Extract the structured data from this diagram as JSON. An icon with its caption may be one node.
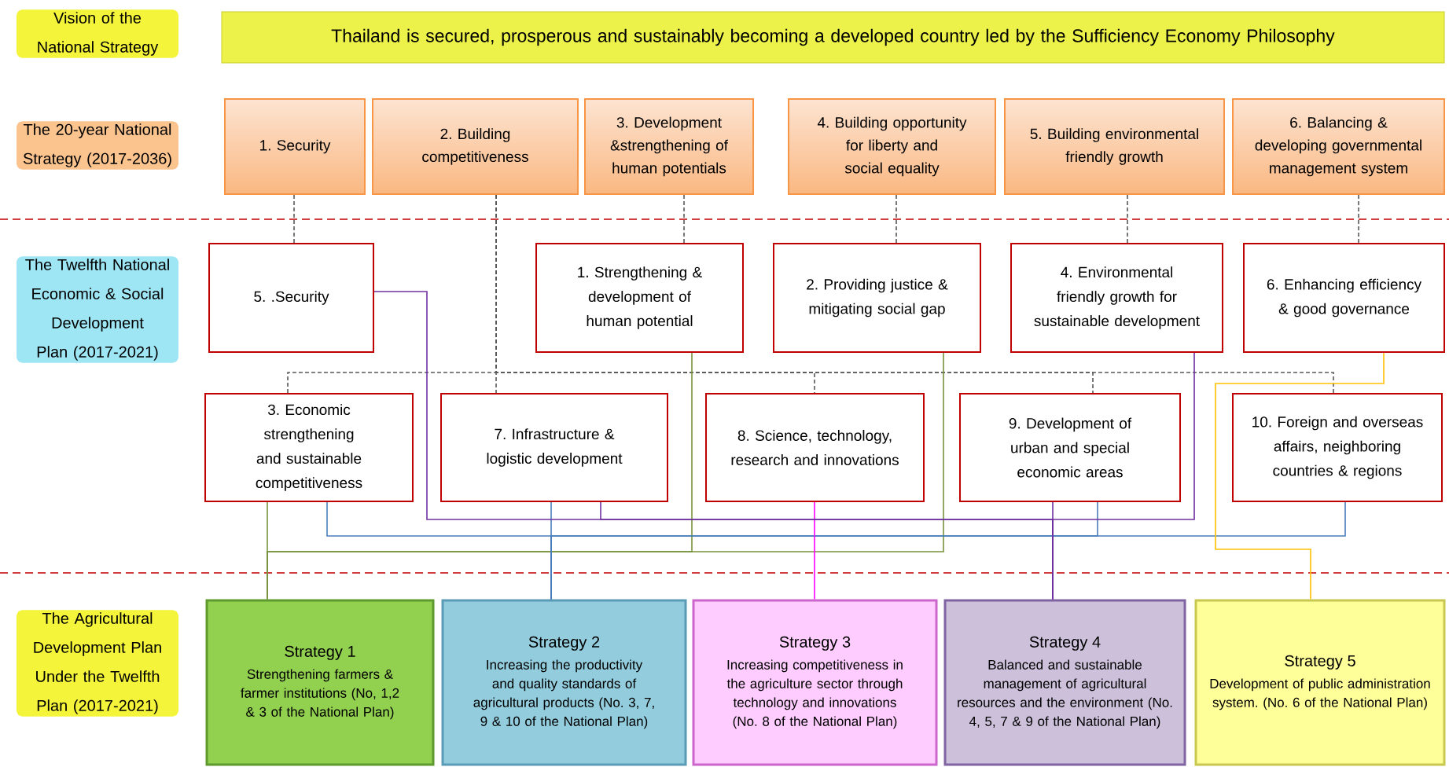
{
  "diagram": {
    "nodes": [
      {
        "text": [
          "Thailand is secured, prosperous and sustainably becoming a developed country led by the Sufficiency Economy Philosophy"
        ]
      },
      {
        "text": [
          "1. Security"
        ]
      },
      {
        "text": [
          "2. Building competitiveness"
        ]
      },
      {
        "text": [
          "3. Development &strengthening of human potentials"
        ]
      },
      {
        "text": [
          "4. Building opportunity for liberty and social equality"
        ]
      },
      {
        "text": [
          "5. Building environmental friendly growth"
        ]
      },
      {
        "text": [
          "6. Balancing & developing governmental management system"
        ]
      },
      {
        "text": [
          "5. .Security"
        ]
      },
      {
        "text": [
          "1. Strengthening & development of human potential"
        ]
      },
      {
        "text": [
          "2. Providing justice & mitigating social gap"
        ]
      },
      {
        "text": [
          "4. Environmental friendly growth for sustainable development"
        ]
      },
      {
        "text": [
          "6. Enhancing efficiency & good governance"
        ]
      },
      {
        "text": [
          "3. Economic strengthening and sustainable competitiveness"
        ]
      },
      {
        "text": [
          "7. Infrastructure & logistic development"
        ]
      },
      {
        "text": [
          "8. Science, technology, research and innovations"
        ]
      },
      {
        "text": [
          "9. Development of urban and special economic areas"
        ]
      },
      {
        "text": [
          "10. Foreign and overseas affairs, neighboring countries & regions"
        ]
      },
      {
        "text": [
          "Strategy 1",
          "Strengthening farmers & farmer institutions (No, 1,2 & 3 of the National Plan)"
        ]
      },
      {
        "text": [
          "Strategy 2",
          "Increasing the productivity and quality standards of agricultural products (No. 3, 7, 9 & 10 of the National Plan)"
        ]
      },
      {
        "text": [
          "Strategy 3",
          "Increasing competitiveness in the agriculture sector through technology and innovations (No. 8 of the National Plan)"
        ]
      },
      {
        "text": [
          "Strategy 4",
          "Balanced and sustainable management of agricultural resources and the environment (No. 4, 5, 7 & 9 of the National Plan)"
        ]
      },
      {
        "text": [
          "Strategy 5",
          "Development of public administration system. (No. 6 of the National Plan)"
        ]
      }
    ],
    "edges": [
      {
        "from": 1,
        "to": 7,
        "arrow": "none",
        "style": "dashed",
        "color": "#595959"
      },
      {
        "from": 2,
        "to": 12,
        "arrow": "none",
        "style": "dashed",
        "color": "#595959"
      },
      {
        "from": 2,
        "to": 13,
        "arrow": "none",
        "style": "dashed",
        "color": "#595959"
      },
      {
        "from": 2,
        "to": 14,
        "arrow": "none",
        "style": "dashed",
        "color": "#595959"
      },
      {
        "from": 2,
        "to": 15,
        "arrow": "none",
        "style": "dashed",
        "color": "#595959"
      },
      {
        "from": 2,
        "to": 16,
        "arrow": "none",
        "style": "dashed",
        "color": "#595959"
      },
      {
        "from": 3,
        "to": 8,
        "arrow": "none",
        "style": "dashed",
        "color": "#595959"
      },
      {
        "from": 4,
        "to": 9,
        "arrow": "none",
        "style": "dashed",
        "color": "#595959"
      },
      {
        "from": 5,
        "to": 10,
        "arrow": "none",
        "style": "dashed",
        "color": "#595959"
      },
      {
        "from": 6,
        "to": 11,
        "arrow": "none",
        "style": "dashed",
        "color": "#595959"
      },
      {
        "from": 12,
        "to": 17,
        "arrow": "none",
        "color": "#77933c"
      },
      {
        "from": 8,
        "to": 17,
        "arrow": "none",
        "color": "#77933c"
      },
      {
        "from": 9,
        "to": 17,
        "arrow": "none",
        "color": "#77933c"
      },
      {
        "from": 13,
        "to": 18,
        "arrow": "none",
        "color": "#4a7ebb"
      },
      {
        "from": 12,
        "to": 18,
        "arrow": "none",
        "color": "#4a7ebb"
      },
      {
        "from": 15,
        "to": 18,
        "arrow": "none",
        "color": "#4a7ebb"
      },
      {
        "from": 16,
        "to": 18,
        "arrow": "none",
        "color": "#4a7ebb"
      },
      {
        "from": 14,
        "to": 19,
        "arrow": "none",
        "color": "#ff00ff"
      },
      {
        "from": 15,
        "to": 20,
        "arrow": "none",
        "color": "#7030a0"
      },
      {
        "from": 7,
        "to": 20,
        "arrow": "none",
        "color": "#7030a0"
      },
      {
        "from": 13,
        "to": 20,
        "arrow": "none",
        "color": "#7030a0"
      },
      {
        "from": 10,
        "to": 20,
        "arrow": "none",
        "color": "#7030a0"
      },
      {
        "from": 11,
        "to": 21,
        "arrow": "none",
        "color": "#ffc000"
      }
    ],
    "labels": [
      "Vision of the National Strategy",
      "The 20-year National Strategy (2017-2036)",
      "The Twelfth National Economic & Social Development Plan (2017-2021)",
      "The Agricultural Development Plan Under the Twelfth Plan (2017-2021)"
    ]
  }
}
